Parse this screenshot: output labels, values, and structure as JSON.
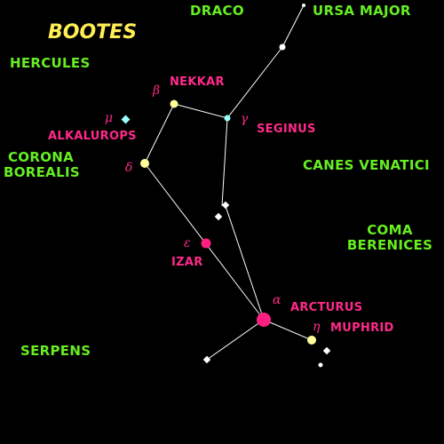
{
  "title": "BOOTES",
  "constellations": {
    "draco": "DRACO",
    "ursa_major": "URSA MAJOR",
    "hercules": "HERCULES",
    "corona_borealis_1": "CORONA",
    "corona_borealis_2": "BOREALIS",
    "canes_venatici": "CANES VENATICI",
    "coma_berenices_1": "COMA",
    "coma_berenices_2": "BERENICES",
    "serpens": "SERPENS"
  },
  "stars": {
    "nekkar": {
      "name": "NEKKAR",
      "greek": "β"
    },
    "alkalurops": {
      "name": "ALKALUROPS",
      "greek": "μ"
    },
    "seginus": {
      "name": "SEGINUS",
      "greek": "γ"
    },
    "delta": {
      "greek": "δ"
    },
    "izar": {
      "name": "IZAR",
      "greek": "ε"
    },
    "arcturus": {
      "name": "ARCTURUS",
      "greek": "α"
    },
    "muphrid": {
      "name": "MUPHRID",
      "greek": "η"
    }
  },
  "colors": {
    "background": "#000000",
    "constellation_label": "#66ee22",
    "star_label": "#ff2a8a",
    "title": "#ffee55",
    "line": "#ffffff",
    "star_yellow": "#ffff99",
    "star_white": "#ffffff",
    "star_cyan": "#99ffff",
    "star_pink": "#ff1f80"
  }
}
